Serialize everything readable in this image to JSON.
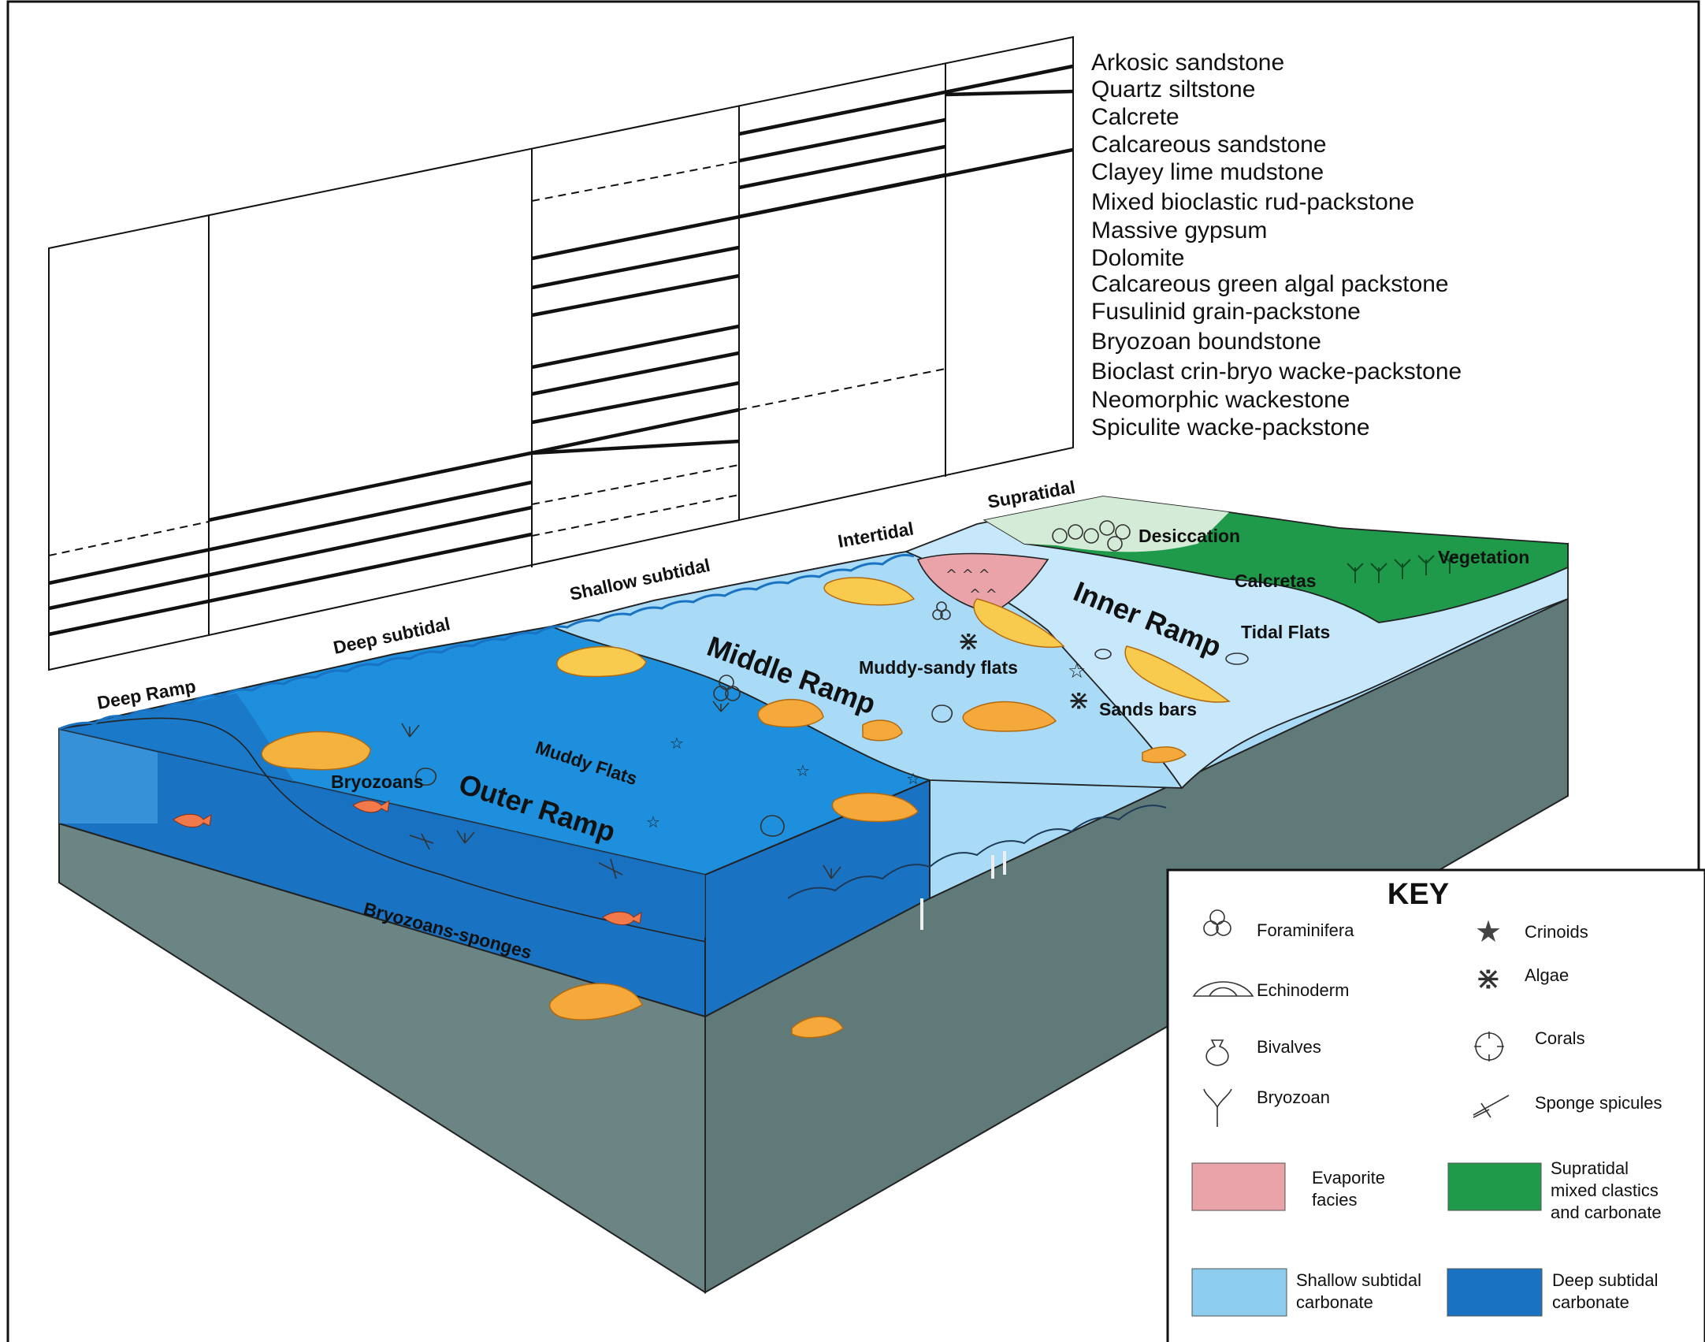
{
  "facies_column": {
    "labels": [
      "Arkosic sandstone",
      "Quartz siltstone",
      "Calcrete",
      "Calcareous sandstone",
      "Clayey lime mudstone",
      "Mixed bioclastic rud-packstone",
      "Massive gypsum",
      "Dolomite",
      "Calcareous green algal packstone",
      "Fusulinid grain-packstone",
      "Bryozoan boundstone",
      "Bioclast crin-bryo wacke-packstone",
      "Neomorphic wackestone",
      "Spiculite wacke-packstone"
    ],
    "zones": [
      "Deep Ramp",
      "Deep subtidal",
      "Shallow subtidal",
      "Intertidal",
      "Supratidal"
    ]
  },
  "block": {
    "ramps": [
      "Outer Ramp",
      "Middle Ramp",
      "Inner Ramp"
    ],
    "environments": [
      "Muddy Flats",
      "Bryozoans",
      "Bryozoans-sponges",
      "Muddy-sandy flats",
      "Sands bars",
      "Tidal Flats",
      "Desiccation",
      "Calcretas",
      "Vegetation"
    ]
  },
  "key": {
    "title": "KEY",
    "symbols": [
      {
        "label": "Foraminifera",
        "icon": "foraminifera-icon"
      },
      {
        "label": "Crinoids",
        "icon": "crinoid-star-icon"
      },
      {
        "label": "Echinoderm",
        "icon": "echinoderm-icon"
      },
      {
        "label": "Algae",
        "icon": "algae-icon"
      },
      {
        "label": "Bivalves",
        "icon": "bivalve-icon"
      },
      {
        "label": "Corals",
        "icon": "coral-icon"
      },
      {
        "label": "Bryozoan",
        "icon": "bryozoan-icon"
      },
      {
        "label": "Sponge spicules",
        "icon": "sponge-spicule-icon"
      }
    ],
    "swatches": [
      {
        "lines": [
          "Evaporite",
          "facies"
        ],
        "color": "#eba3aa"
      },
      {
        "lines": [
          "Supratidal",
          "mixed clastics",
          "and carbonate"
        ],
        "color": "#1f9a4a"
      },
      {
        "lines": [
          "Shallow subtidal",
          "carbonate"
        ],
        "color": "#8dcdf0"
      },
      {
        "lines": [
          "Deep subtidal",
          "carbonate"
        ],
        "color": "#1a72c2"
      }
    ]
  },
  "colors": {
    "deep_water": "#1a72c2",
    "outer_water": "#1d8fdc",
    "shallow_water": "#a9daf6",
    "evaporite": "#eba3aa",
    "supratidal": "#1f9a4a",
    "bedrock": "#5f7a78",
    "bioclast": "#f4b23e"
  }
}
